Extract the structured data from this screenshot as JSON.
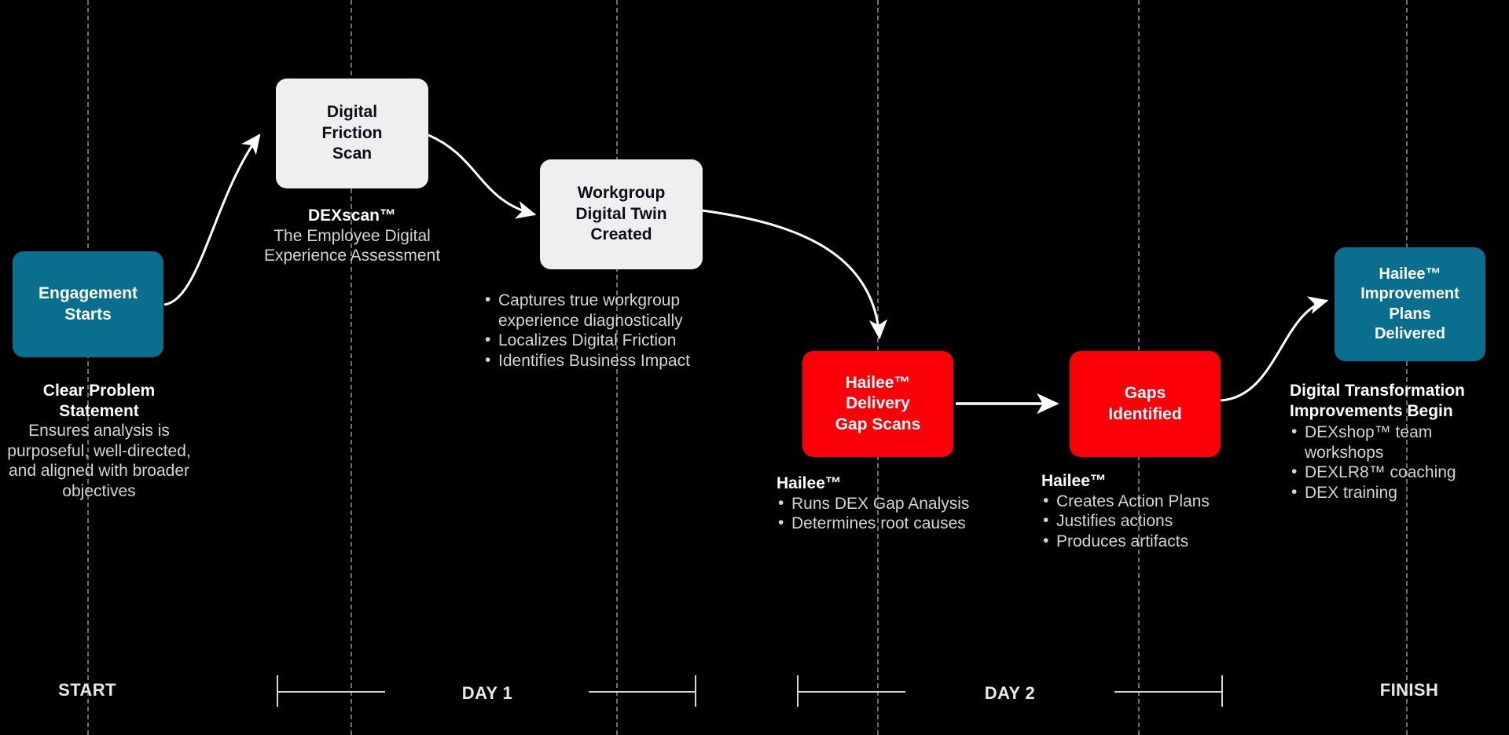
{
  "diagram": {
    "title": "DEX Engagement Timeline",
    "background_color": "#000000",
    "accent_teal": "#0a6e8f",
    "accent_red": "#fb0007",
    "accent_light": "#efefef",
    "guide_color": "#6e6e6e"
  },
  "nodes": {
    "engagement_starts": {
      "line1": "Engagement",
      "line2": "Starts"
    },
    "digital_friction_scan": {
      "line1": "Digital",
      "line2": "Friction",
      "line3": "Scan"
    },
    "workgroup_digital_twin": {
      "line1": "Workgroup",
      "line2": "Digital Twin",
      "line3": "Created"
    },
    "hailee_delivery_gap_scans": {
      "line1": "Hailee™",
      "line2": "Delivery",
      "line3": "Gap Scans"
    },
    "gaps_identified": {
      "line1": "Gaps",
      "line2": "Identified"
    },
    "hailee_improvement_plans": {
      "line1": "Hailee™",
      "line2": "Improvement",
      "line3": "Plans",
      "line4": "Delivered"
    }
  },
  "captions": {
    "clear_problem": {
      "heading_line1": "Clear Problem",
      "heading_line2": "Statement",
      "body": "Ensures analysis is purposeful, well-directed, and aligned with broader objectives"
    },
    "dexscan": {
      "heading": "DEXscan™",
      "body": "The Employee Digital Experience Assessment"
    },
    "workgroup_twin": {
      "heading": "",
      "bullets": [
        "Captures true workgroup experience diagnostically",
        "Localizes Digital Friction",
        "Identifies Business Impact"
      ]
    },
    "hailee_scans": {
      "heading": "Hailee™",
      "bullets": [
        "Runs DEX Gap Analysis",
        "Determines root causes"
      ]
    },
    "hailee_gaps": {
      "heading": "Hailee™",
      "bullets": [
        "Creates Action Plans",
        "Justifies actions",
        "Produces artifacts"
      ]
    },
    "digital_transformation": {
      "heading_line1": "Digital Transformation",
      "heading_line2": "Improvements Begin",
      "bullets": [
        "DEXshop™ team workshops",
        "DEXLR8™ coaching",
        "DEX training"
      ]
    }
  },
  "timeline": {
    "labels": [
      {
        "text": "START"
      },
      {
        "text": "DAY 1"
      },
      {
        "text": "DAY 2"
      },
      {
        "text": "FINISH"
      }
    ]
  }
}
